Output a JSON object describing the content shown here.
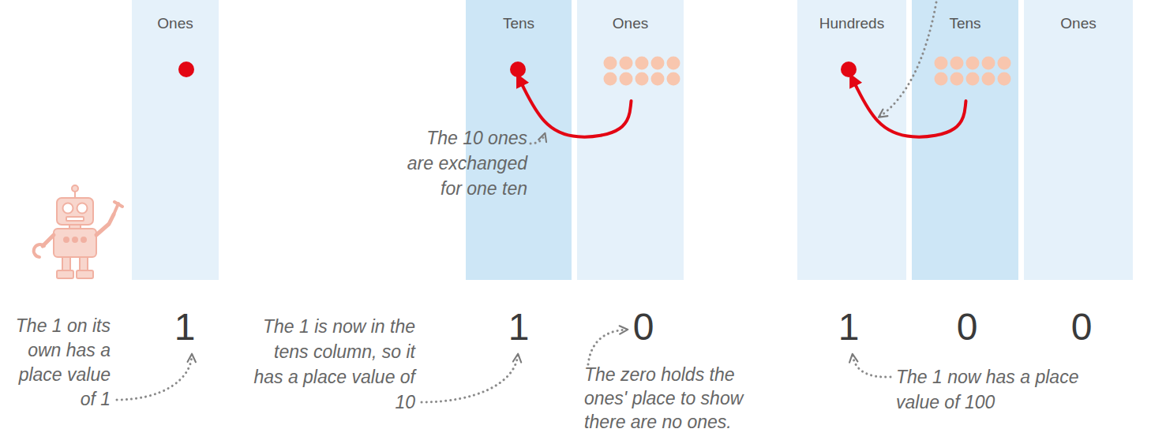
{
  "diagram": {
    "nodes": [
      {
        "text": [
          "Ones"
        ]
      },
      {
        "text": [
          "Tens"
        ]
      },
      {
        "text": [
          "Ones"
        ]
      },
      {
        "text": [
          "Hundreds"
        ]
      },
      {
        "text": [
          "Tens"
        ]
      },
      {
        "text": [
          "Ones"
        ]
      }
    ],
    "edges": [
      {
        "from": 2,
        "to": 1,
        "arrow": "to"
      },
      {
        "from": 4,
        "to": 3,
        "arrow": "to"
      }
    ],
    "labels": [
      "The 10 ones are exchanged for one ten",
      "The 1 on its own has a place value of 1",
      "1",
      "The 1 is now in the tens column, so it has a place value of 10",
      "1",
      "0",
      "The zero holds the ones' place to show there are no ones.",
      "1",
      "0",
      "0",
      "The 1 now has a place value of 100"
    ]
  }
}
